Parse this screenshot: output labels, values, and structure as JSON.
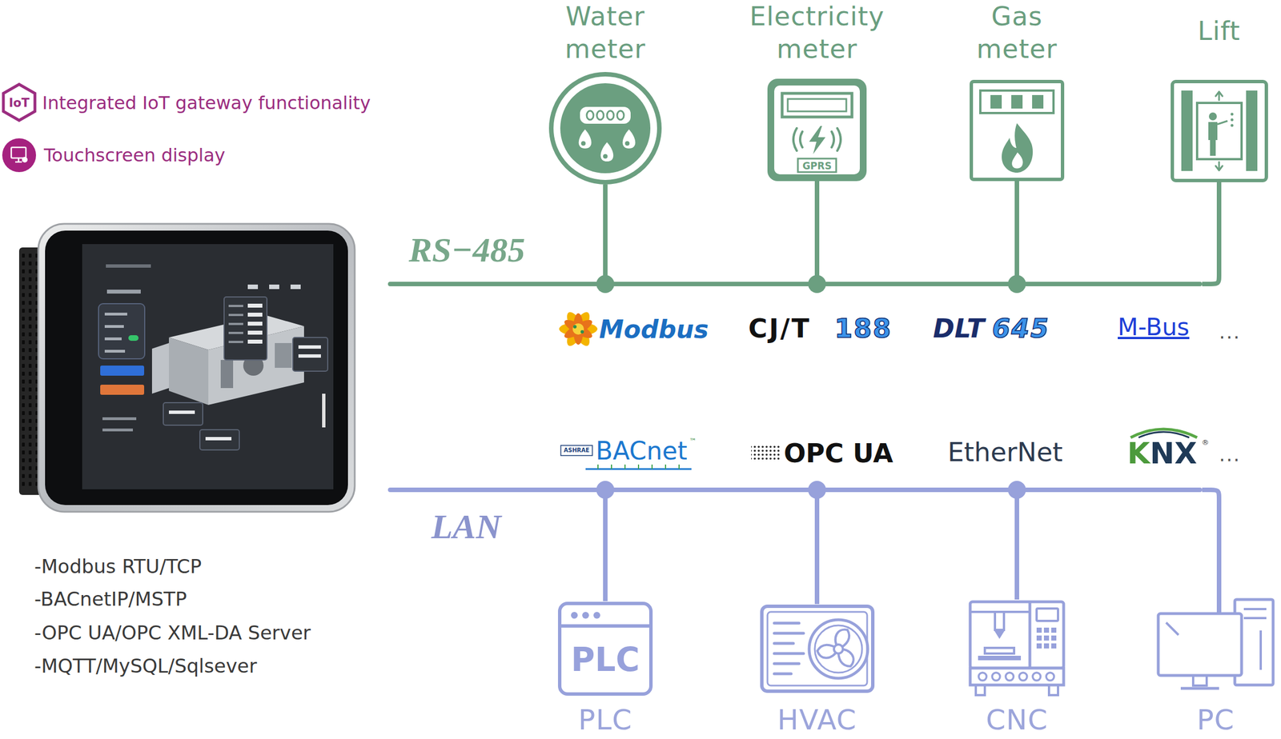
{
  "diagram": {
    "nodes": [
      {
        "text": [
          "Water meter"
        ]
      },
      {
        "text": [
          "Electricity meter",
          "GPRS"
        ]
      },
      {
        "text": [
          "Gas meter"
        ]
      },
      {
        "text": [
          "Lift"
        ]
      },
      {
        "text": [
          "RS−485"
        ]
      },
      {
        "text": [
          "LAN"
        ]
      },
      {
        "text": [
          "PLC",
          "PLC"
        ]
      },
      {
        "text": [
          "HVAC"
        ]
      },
      {
        "text": [
          "CNC"
        ]
      },
      {
        "text": [
          "PC"
        ]
      }
    ],
    "edges": [
      {
        "from": 0,
        "to": 4,
        "arrow": "none"
      },
      {
        "from": 1,
        "to": 4,
        "arrow": "none"
      },
      {
        "from": 2,
        "to": 4,
        "arrow": "none"
      },
      {
        "from": 3,
        "to": 4,
        "arrow": "none"
      },
      {
        "from": 5,
        "to": 6,
        "arrow": "none"
      },
      {
        "from": 5,
        "to": 7,
        "arrow": "none"
      },
      {
        "from": 5,
        "to": 8,
        "arrow": "none"
      },
      {
        "from": 5,
        "to": 9,
        "arrow": "none"
      }
    ],
    "labels": [
      "IoT",
      "Integrated IoT gateway functionality",
      "Touchscreen display",
      "-Modbus RTU/TCP",
      "-BACnetIP/MSTP",
      "-OPC UA/OPC XML-DA Server",
      "-MQTT/MySQL/Sqlsever",
      "Modbus",
      "CJ/T",
      "188",
      "DLT",
      "645",
      "M-Bus",
      "...",
      "ASHRAE",
      "BACnet",
      "™",
      "OPC UA",
      "EtherNet",
      "KNX",
      "®",
      "..."
    ]
  }
}
